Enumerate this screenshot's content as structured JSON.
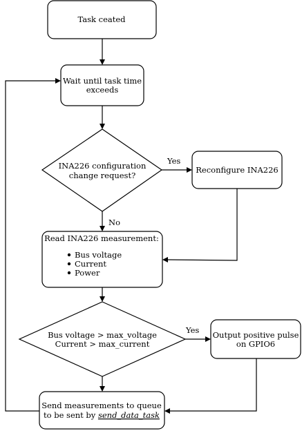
{
  "nodes": {
    "task_created": {
      "label": "Task ceated"
    },
    "wait": {
      "line1": "Wait until task time",
      "line2": "exceeds"
    },
    "config_decision": {
      "line1": "INA226 configuration",
      "line2": "change request?"
    },
    "reconfigure": {
      "label": "Reconfigure INA226"
    },
    "read": {
      "title": "Read INA226 measurement:",
      "bullets": [
        "Bus voltage",
        "Current",
        "Power"
      ]
    },
    "limit_decision": {
      "line1": "Bus voltage > max_voltage",
      "line2": "Current > max_current"
    },
    "pulse": {
      "line1": "Output positive pulse",
      "line2": "on GPIO6"
    },
    "send": {
      "line1": "Send measurements to queue",
      "line2_prefix": "to be sent by ",
      "line2_link": "send_data_task"
    }
  },
  "edges": {
    "config_yes": "Yes",
    "config_no": "No",
    "limit_yes": "Yes"
  }
}
